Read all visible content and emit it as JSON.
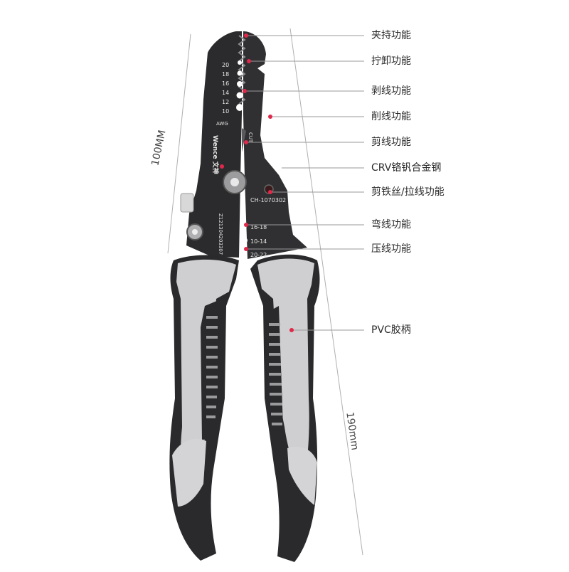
{
  "callouts": [
    "夹持功能",
    "拧卸功能",
    "剥线功能",
    "削线功能",
    "剪线功能",
    "CRV铬钒合金钢",
    "剪铁丝/拉线功能",
    "弯线功能",
    "压线功能",
    "PVC胶柄"
  ],
  "dimensions": {
    "head_length": "100MM",
    "total_length": "190mm"
  },
  "tool_markings": {
    "awg_sizes": [
      "20",
      "18",
      "16",
      "14",
      "12",
      "10"
    ],
    "awg_label": "AWG",
    "brand": "Wence 文神",
    "cut_label": "CUT",
    "model": "CH-1070302",
    "serial": "Z121304203307",
    "crimp_sizes": [
      "16-18",
      "10-14",
      "20-22"
    ]
  },
  "colors": {
    "steel": "#2b2b2d",
    "grip_dark": "#2a2a2c",
    "grip_light": "#cfcfd1",
    "callout_dot": "#e0284a",
    "leader_line": "#999999"
  }
}
